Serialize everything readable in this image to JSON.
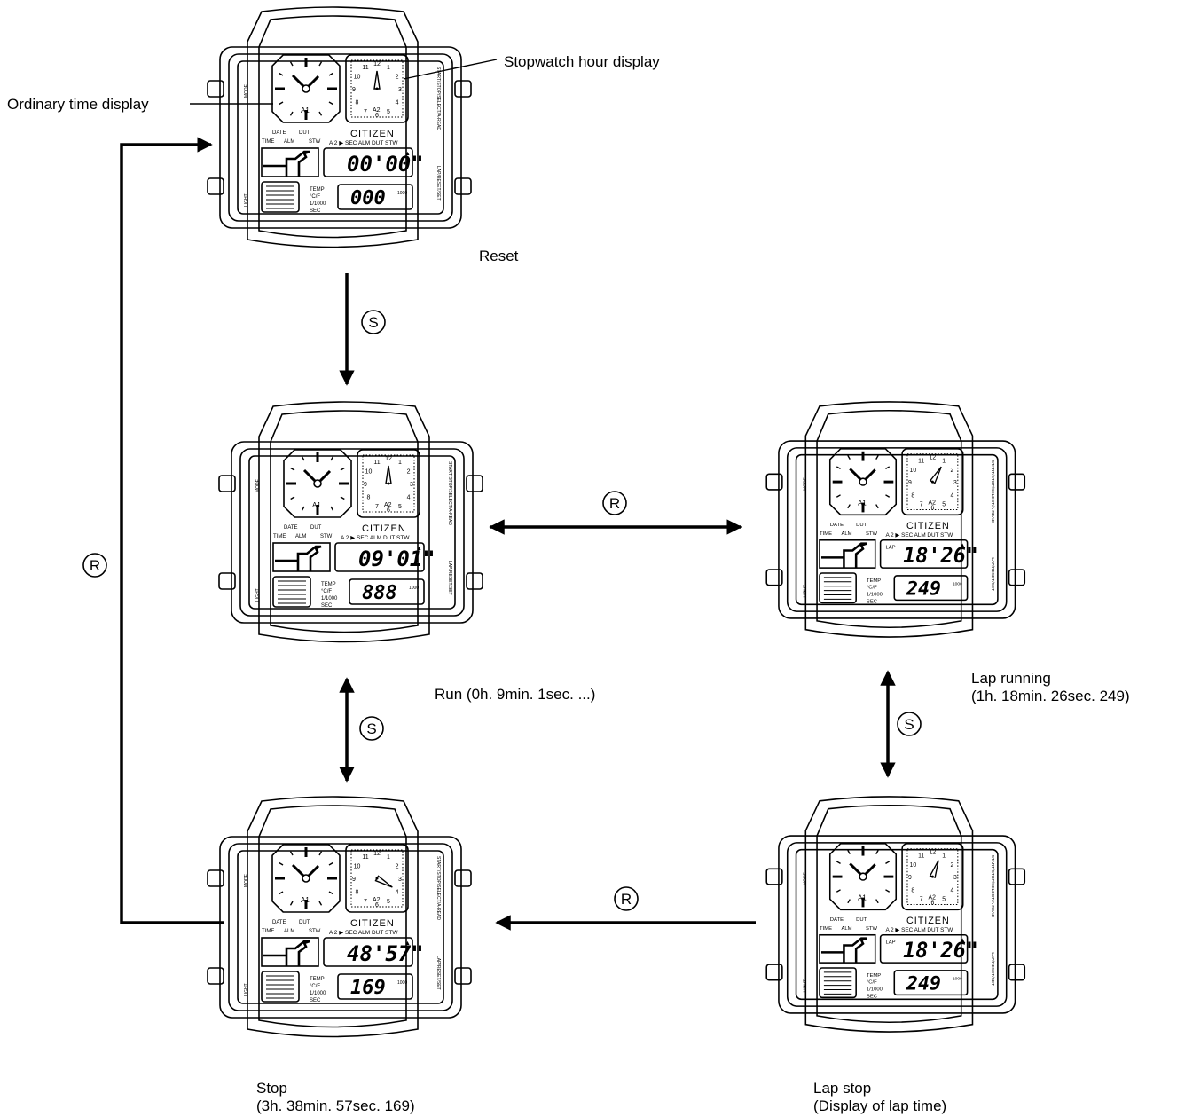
{
  "annotations": {
    "ordinary_time": "Ordinary time display",
    "stopwatch_hour": "Stopwatch hour display"
  },
  "watch_text": {
    "brand": "CITIZEN",
    "dial_left": "A1",
    "dial_right": "A2",
    "dial_numbers": [
      "12",
      "1",
      "2",
      "3",
      "4",
      "5",
      "6",
      "7",
      "8",
      "9",
      "10",
      "11"
    ],
    "mode_row_top": [
      "DATE",
      "DUT"
    ],
    "mode_row_bottom": [
      "TIME",
      "ALM",
      "STW"
    ],
    "func_row": "A 2 ▶ SEC  ALM  DUT  STW",
    "temp_labels": [
      "TEMP",
      "°C/F",
      "1/1000",
      "SEC"
    ],
    "side_left_top": "MODE",
    "side_left_bottom": "LIGHT",
    "side_right_top": "START/STOP/SELECT/A-READ",
    "side_right_bottom": "LAP/RESET/SET",
    "lap_tag": "LAP"
  },
  "states": {
    "reset": {
      "caption": [
        "Reset"
      ],
      "main": "00'00\"",
      "sub": "000",
      "lap": false
    },
    "run": {
      "caption": [
        "Run (0h. 9min. 1sec. ...)"
      ],
      "main": "09'01\"",
      "sub": "888",
      "lap": false
    },
    "lap_running": {
      "caption": [
        "Lap running",
        "(1h. 18min. 26sec. 249)"
      ],
      "main": "18'26\"",
      "sub": "249",
      "lap": true
    },
    "stop": {
      "caption": [
        "Stop",
        "(3h. 38min. 57sec. 169)"
      ],
      "main": "48'57\"",
      "sub": "169",
      "lap": false
    },
    "lap_stop": {
      "caption": [
        "Lap stop",
        "(Display of lap time)"
      ],
      "main": "18'26\"",
      "sub": "249",
      "lap": true
    }
  },
  "buttons": {
    "s": "S",
    "r": "R"
  }
}
